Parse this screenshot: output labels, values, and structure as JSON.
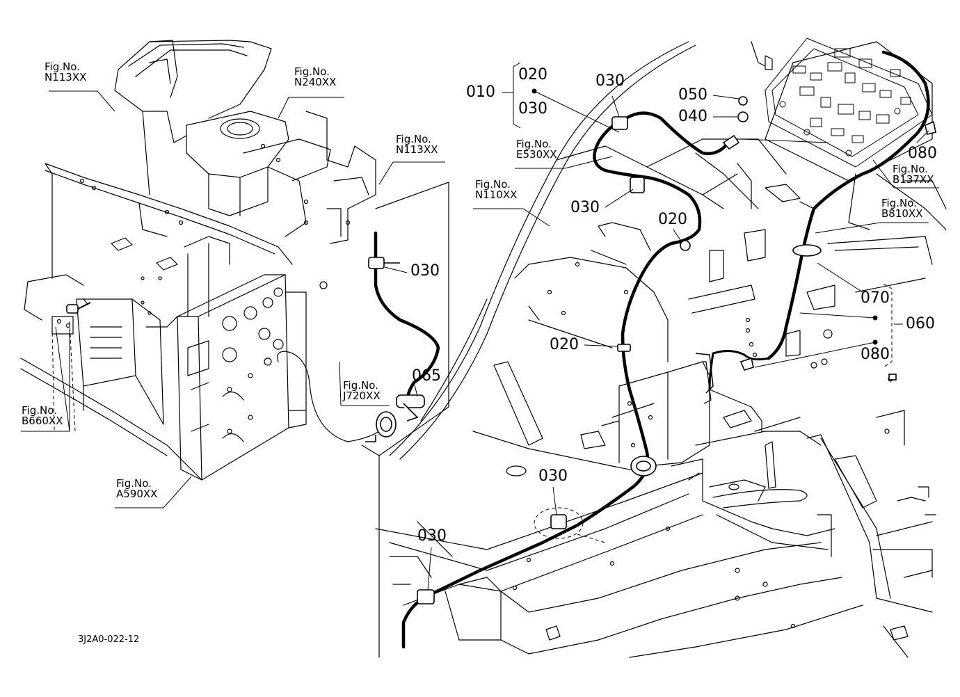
{
  "diagram_code": "3J2A0-022-12",
  "fig_refs": {
    "n113_left": {
      "line1": "Fig.No.",
      "line2": "N113XX"
    },
    "n240": {
      "line1": "Fig.No.",
      "line2": "N240XX"
    },
    "n113_mid": {
      "line1": "Fig.No.",
      "line2": "N113XX"
    },
    "b660": {
      "line1": "Fig.No.",
      "line2": "B660XX"
    },
    "a590": {
      "line1": "Fig.No.",
      "line2": "A590XX"
    },
    "j720": {
      "line1": "Fig.No.",
      "line2": "J720XX"
    },
    "e530": {
      "line1": "Fig.No.",
      "line2": "E530XX"
    },
    "n110": {
      "line1": "Fig.No.",
      "line2": "N110XX"
    },
    "b137": {
      "line1": "Fig.No.",
      "line2": "B137XX"
    },
    "b810": {
      "line1": "Fig.No.",
      "line2": "B810XX"
    }
  },
  "part_numbers": {
    "p010": "010",
    "p020_group": "020",
    "p030_group": "030",
    "p030_top": "030",
    "p050": "050",
    "p040": "040",
    "p080_top": "080",
    "p030_mid": "030",
    "p020_mid": "020",
    "p030_left": "030",
    "p065": "065",
    "p070": "070",
    "p060": "060",
    "p020_low": "020",
    "p080_low": "080",
    "p030_low": "030",
    "p030_bottom": "030"
  }
}
